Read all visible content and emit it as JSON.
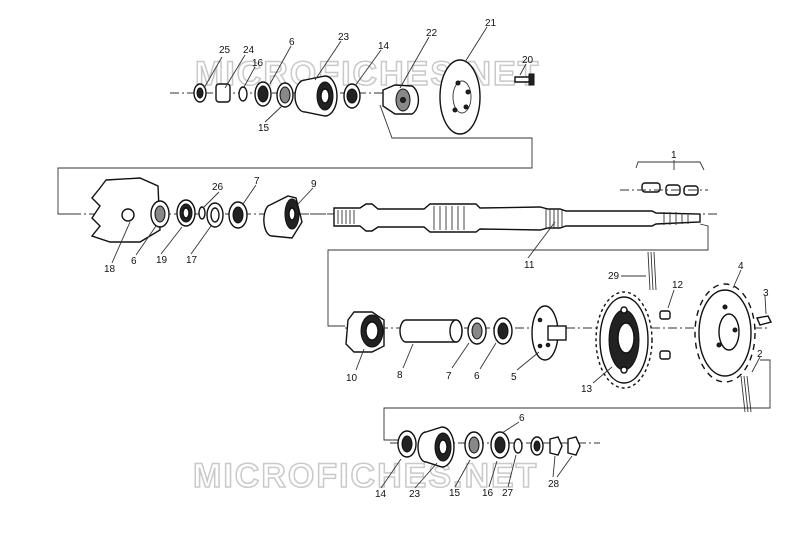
{
  "diagram": {
    "watermark": "MICROFICHES.NET",
    "callouts": [
      "1",
      "2",
      "3",
      "4",
      "5",
      "6",
      "7",
      "8",
      "9",
      "10",
      "11",
      "12",
      "13",
      "14",
      "15",
      "16",
      "17",
      "18",
      "19",
      "20",
      "21",
      "22",
      "23",
      "24",
      "25",
      "26",
      "27",
      "28",
      "29"
    ],
    "labels": {
      "l25": "25",
      "l24": "24",
      "l16a": "16",
      "l6a": "6",
      "l23a": "23",
      "l14a": "14",
      "l22": "22",
      "l21": "21",
      "l20": "20",
      "l15a": "15",
      "l26": "26",
      "l7a": "7",
      "l9": "9",
      "l18": "18",
      "l6b": "6",
      "l19": "19",
      "l17": "17",
      "l1": "1",
      "l11": "11",
      "l29": "29",
      "l12": "12",
      "l4": "4",
      "l3": "3",
      "l2": "2",
      "l10": "10",
      "l8": "8",
      "l7b": "7",
      "l6c": "6",
      "l5": "5",
      "l13": "13",
      "l6d": "6",
      "l14b": "14",
      "l23b": "23",
      "l15b": "15",
      "l16b": "16",
      "l27": "27",
      "l28": "28"
    }
  }
}
